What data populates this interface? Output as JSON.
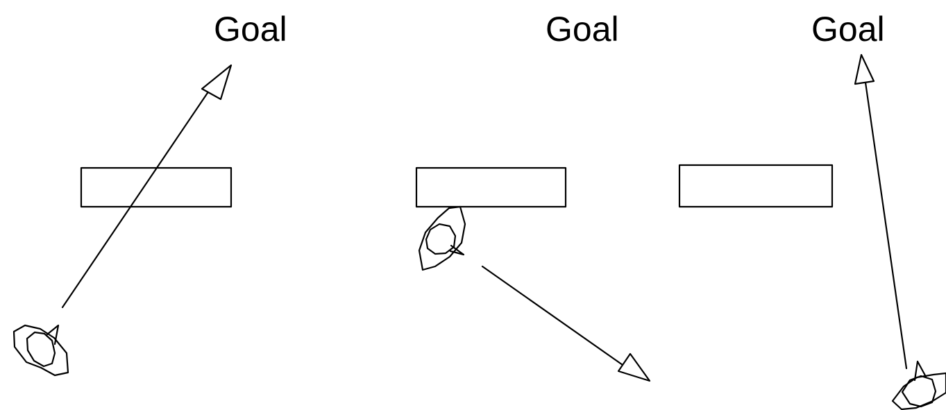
{
  "panels": [
    {
      "goal_label": "Goal"
    },
    {
      "goal_label": "Goal"
    },
    {
      "goal_label": "Goal"
    }
  ]
}
